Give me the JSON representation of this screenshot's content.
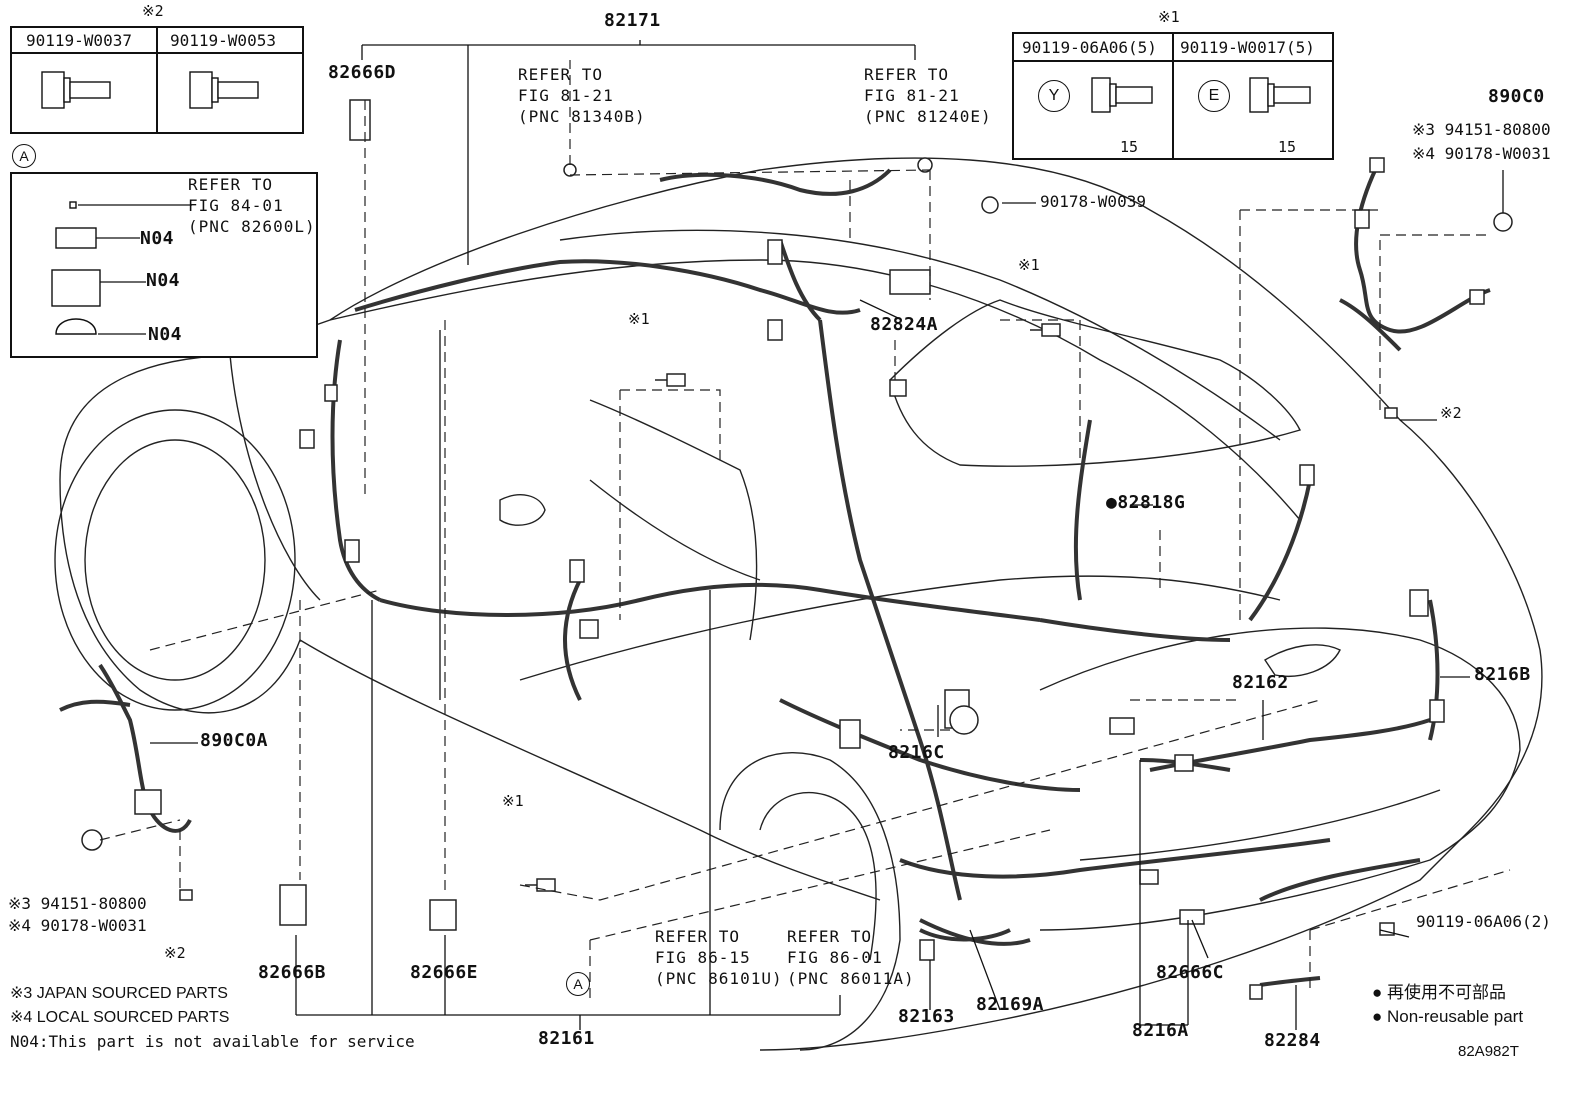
{
  "parts": {
    "p82171": "82171",
    "p82666D": "82666D",
    "p82824A": "82824A",
    "p82818G": "●82818G",
    "p890C0": "890C0",
    "p890C0A": "890C0A",
    "p8216B": "8216B",
    "p82162": "82162",
    "p8216C": "8216C",
    "p82666B": "82666B",
    "p82666E": "82666E",
    "p82161": "82161",
    "p82163": "82163",
    "p82169A": "82169A",
    "p82666C": "82666C",
    "p8216A": "8216A",
    "p82284": "82284",
    "p90178_W0039": "90178-W0039",
    "p90119_06A06_2": "90119-06A06(2)"
  },
  "refs": {
    "r81340B": "REFER TO\nFIG 81-21\n(PNC 81340B)",
    "r81240E": "REFER TO\nFIG 81-21\n(PNC 81240E)",
    "r82600L": "REFER TO\nFIG 84-01\n(PNC 82600L)",
    "r86101U": "REFER TO\nFIG 86-15\n(PNC 86101U)",
    "r86011A": "REFER TO\nFIG 86-01\n(PNC 86011A)"
  },
  "bolt_table_left": {
    "mark": "※2",
    "col1": "90119-W0037",
    "col2": "90119-W0053"
  },
  "bolt_table_right": {
    "mark": "※1",
    "col1": "90119-06A06(5)",
    "col2": "90119-W0017(5)",
    "dim1": "15",
    "dim2": "15",
    "y_mark": "Y",
    "e_mark": "E"
  },
  "inset_a": {
    "circle": "A",
    "n1": "N04",
    "n2": "N04",
    "n3": "N04"
  },
  "marks": {
    "m1a": "※1",
    "m1b": "※1",
    "m1c": "※1",
    "m2a": "※2",
    "m2b": "※2",
    "m3_right": "※3 94151-80800",
    "m4_right": "※4 90178-W0031",
    "m3_left": "※3 94151-80800",
    "m4_left": "※4 90178-W0031",
    "circle_a_bottom": "A"
  },
  "notes": {
    "japan": "※3 JAPAN SOURCED PARTS",
    "local": "※4 LOCAL SOURCED PARTS",
    "n04": "N04:This part is not available for service",
    "legend_jp": "● 再使用不可部品",
    "legend_en": "● Non-reusable part",
    "figure_id": "82A982T"
  }
}
